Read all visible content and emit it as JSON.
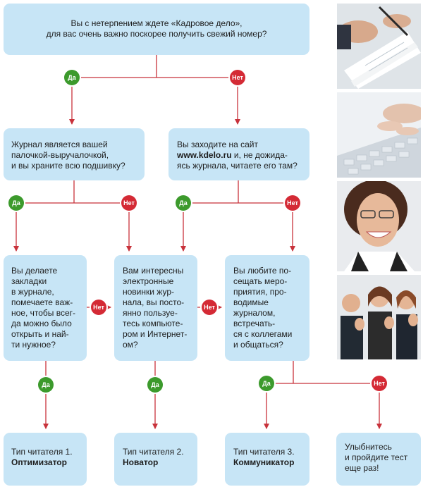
{
  "question_top": "Вы с нетерпением ждете «Кадровое дело»,\nдля вас очень важно поскорее получить свежий номер?",
  "question_journal": "Журнал является вашей\nпалочкой-выручалочкой,\nи вы храните всю подшивку?",
  "question_site": {
    "line1": "Вы заходите на сайт",
    "site": "www.kdelo.ru",
    "line2_rest": " и, не дожида-",
    "line3": "ясь журнала, читаете его там?"
  },
  "question_bookmarks": "Вы делаете\nзакладки\nв журнале,\nпомечаете важ-\nное, чтобы всег-\nда можно было\nоткрыть и най-\nти нужное?",
  "question_novelties": "Вам интересны\nэлектронные\nновинки жур-\nнала,  вы посто-\nянно пользуе-\nтесь компьюте-\nром и Интернет-\nом?",
  "question_events": "Вы любите по-\nсещать меро-\nприятия, про-\nводимые\nжурналом,\nвстречать-\nся с коллегами\nи  общаться?",
  "result_1": {
    "prefix": "Тип читателя 1.",
    "name": "Оптимизатор"
  },
  "result_2": {
    "prefix": "Тип читателя 2.",
    "name": "Новатор"
  },
  "result_3": {
    "prefix": "Тип читателя 3.",
    "name": "Коммуникатор"
  },
  "result_retry": "Улыбнитесь\nи пройдите тест\nеще раз!",
  "label_yes": "Да",
  "label_no": "Нет",
  "colors": {
    "box_fill": "#c7e5f6",
    "line": "#c8323b",
    "yes_badge": "#3c9a2c",
    "no_badge": "#d42a35"
  },
  "photos": [
    "business-papers-pen-photo",
    "keyboard-typing-photo",
    "smiling-woman-photo",
    "thumbs-up-team-photo"
  ]
}
